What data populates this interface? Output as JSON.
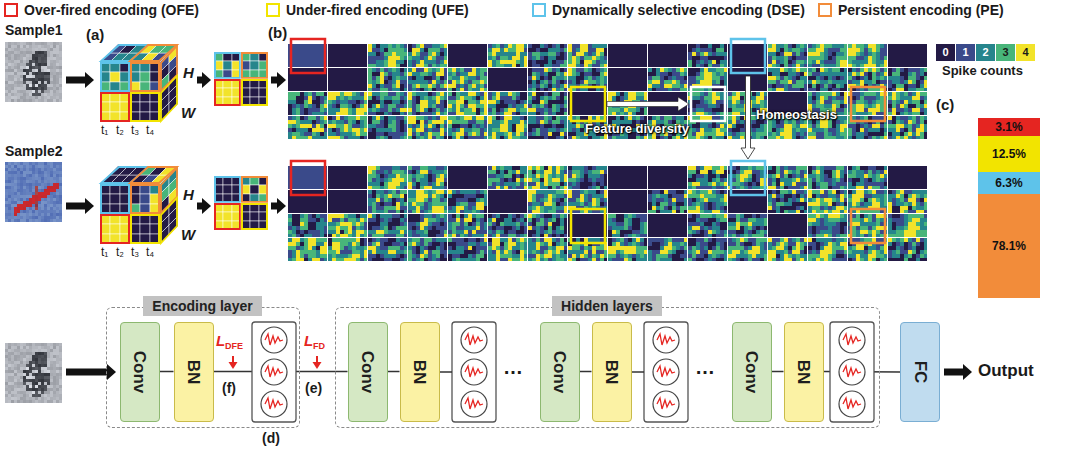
{
  "diagram": {
    "nodes": [
      {
        "text": [
          "0"
        ]
      },
      {
        "text": [
          "1"
        ]
      },
      {
        "text": [
          "2"
        ]
      },
      {
        "text": [
          "3"
        ]
      },
      {
        "text": [
          "4"
        ]
      },
      {
        "text": [
          "3.1%"
        ]
      },
      {
        "text": [
          "12.5%"
        ]
      },
      {
        "text": [
          "6.3%"
        ]
      },
      {
        "text": [
          "78.1%"
        ]
      },
      {
        "text": [
          "Encoding layer"
        ]
      },
      {
        "text": [
          "Conv"
        ],
        "in": 9
      },
      {
        "text": [
          "BN"
        ],
        "in": 9
      },
      {
        "text": [
          "Hidden layers"
        ]
      },
      {
        "text": [
          "Conv"
        ],
        "in": 12
      },
      {
        "text": [
          "BN"
        ],
        "in": 12
      },
      {
        "text": [
          "Conv"
        ],
        "in": 12
      },
      {
        "text": [
          "BN"
        ],
        "in": 12
      },
      {
        "text": [
          "Conv"
        ],
        "in": 12
      },
      {
        "text": [
          "BN"
        ],
        "in": 12
      },
      {
        "text": [
          "FC"
        ]
      }
    ],
    "edges": [
      {
        "from": 10,
        "to": 11,
        "arrow": "none"
      },
      {
        "from": 11,
        "to": 13,
        "arrow": "none"
      },
      {
        "from": 13,
        "to": 14,
        "arrow": "none"
      },
      {
        "from": 15,
        "to": 16,
        "arrow": "none"
      },
      {
        "from": 17,
        "to": 18,
        "arrow": "none"
      },
      {
        "from": 18,
        "to": 19,
        "arrow": "none"
      }
    ],
    "labels": [
      "Sample1",
      "(a)",
      "H",
      "W",
      "t₁",
      "t₂",
      "t₃",
      "t₄",
      "(b)",
      "Feature diversity",
      "Homeostasis",
      "Spike counts",
      "(c)",
      "Sample2",
      "H",
      "W",
      "t₁",
      "t₂",
      "t₃",
      "t₄",
      "L",
      "DFE",
      "(f)",
      "L",
      "FD",
      "(e)",
      "(d)",
      "…",
      "…",
      "Output"
    ],
    "legend": [
      {
        "text": "Over-fired encoding (OFE)",
        "color": "#e52521"
      },
      {
        "text": "Under-fired encoding (UFE)",
        "color": "#f2e400"
      },
      {
        "text": "Dynamically selective encoding (DSE)",
        "color": "#5ec3ea"
      },
      {
        "text": "Persistent encoding (PE)",
        "color": "#f28c3a"
      }
    ]
  }
}
